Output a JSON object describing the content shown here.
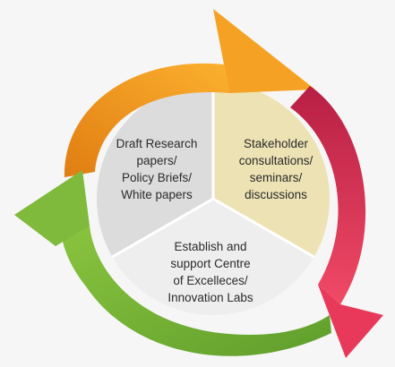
{
  "segments": [
    {
      "id": "left",
      "label": "Draft Research\npapers/\nPolicy Briefs/\nWhite papers",
      "color": "#dcdcdc"
    },
    {
      "id": "right",
      "label": "Stakeholder\nconsultations/\nseminars/\ndiscussions",
      "color": "#ece2b3"
    },
    {
      "id": "bottom",
      "label": "Establish and\nsupport Centre\nof Excelleces/\nInnovation Labs",
      "color": "#eeeeee"
    }
  ],
  "arrows": [
    {
      "name": "orange-arrow",
      "color": "#f29a1e"
    },
    {
      "name": "red-arrow",
      "color": "#d8294f"
    },
    {
      "name": "green-arrow",
      "color": "#7fba3c"
    }
  ]
}
